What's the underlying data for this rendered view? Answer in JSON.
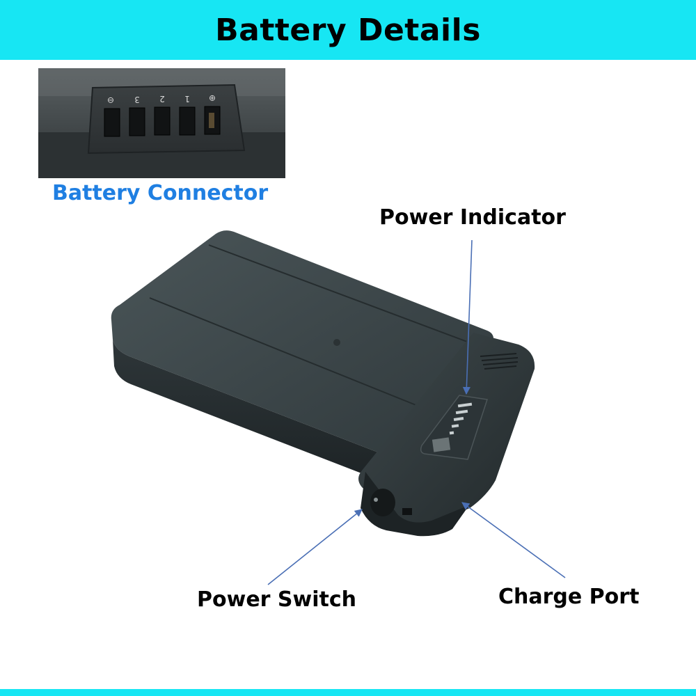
{
  "header": {
    "title": "Battery Details"
  },
  "connector": {
    "caption": "Battery Connector",
    "pin_labels": [
      "⊖",
      "3",
      "2",
      "1",
      "⊕"
    ]
  },
  "callouts": {
    "power_indicator": "Power Indicator",
    "power_switch": "Power Switch",
    "charge_port": "Charge Port"
  },
  "colors": {
    "banner": "#17e6f3",
    "caption_blue": "#1f7fe2",
    "arrow": "#4a6fb5",
    "battery_body": "#3b4548"
  },
  "icons": {
    "battery": "battery-pack-icon",
    "connector": "connector-photo",
    "indicator": "led-indicator-icon"
  }
}
